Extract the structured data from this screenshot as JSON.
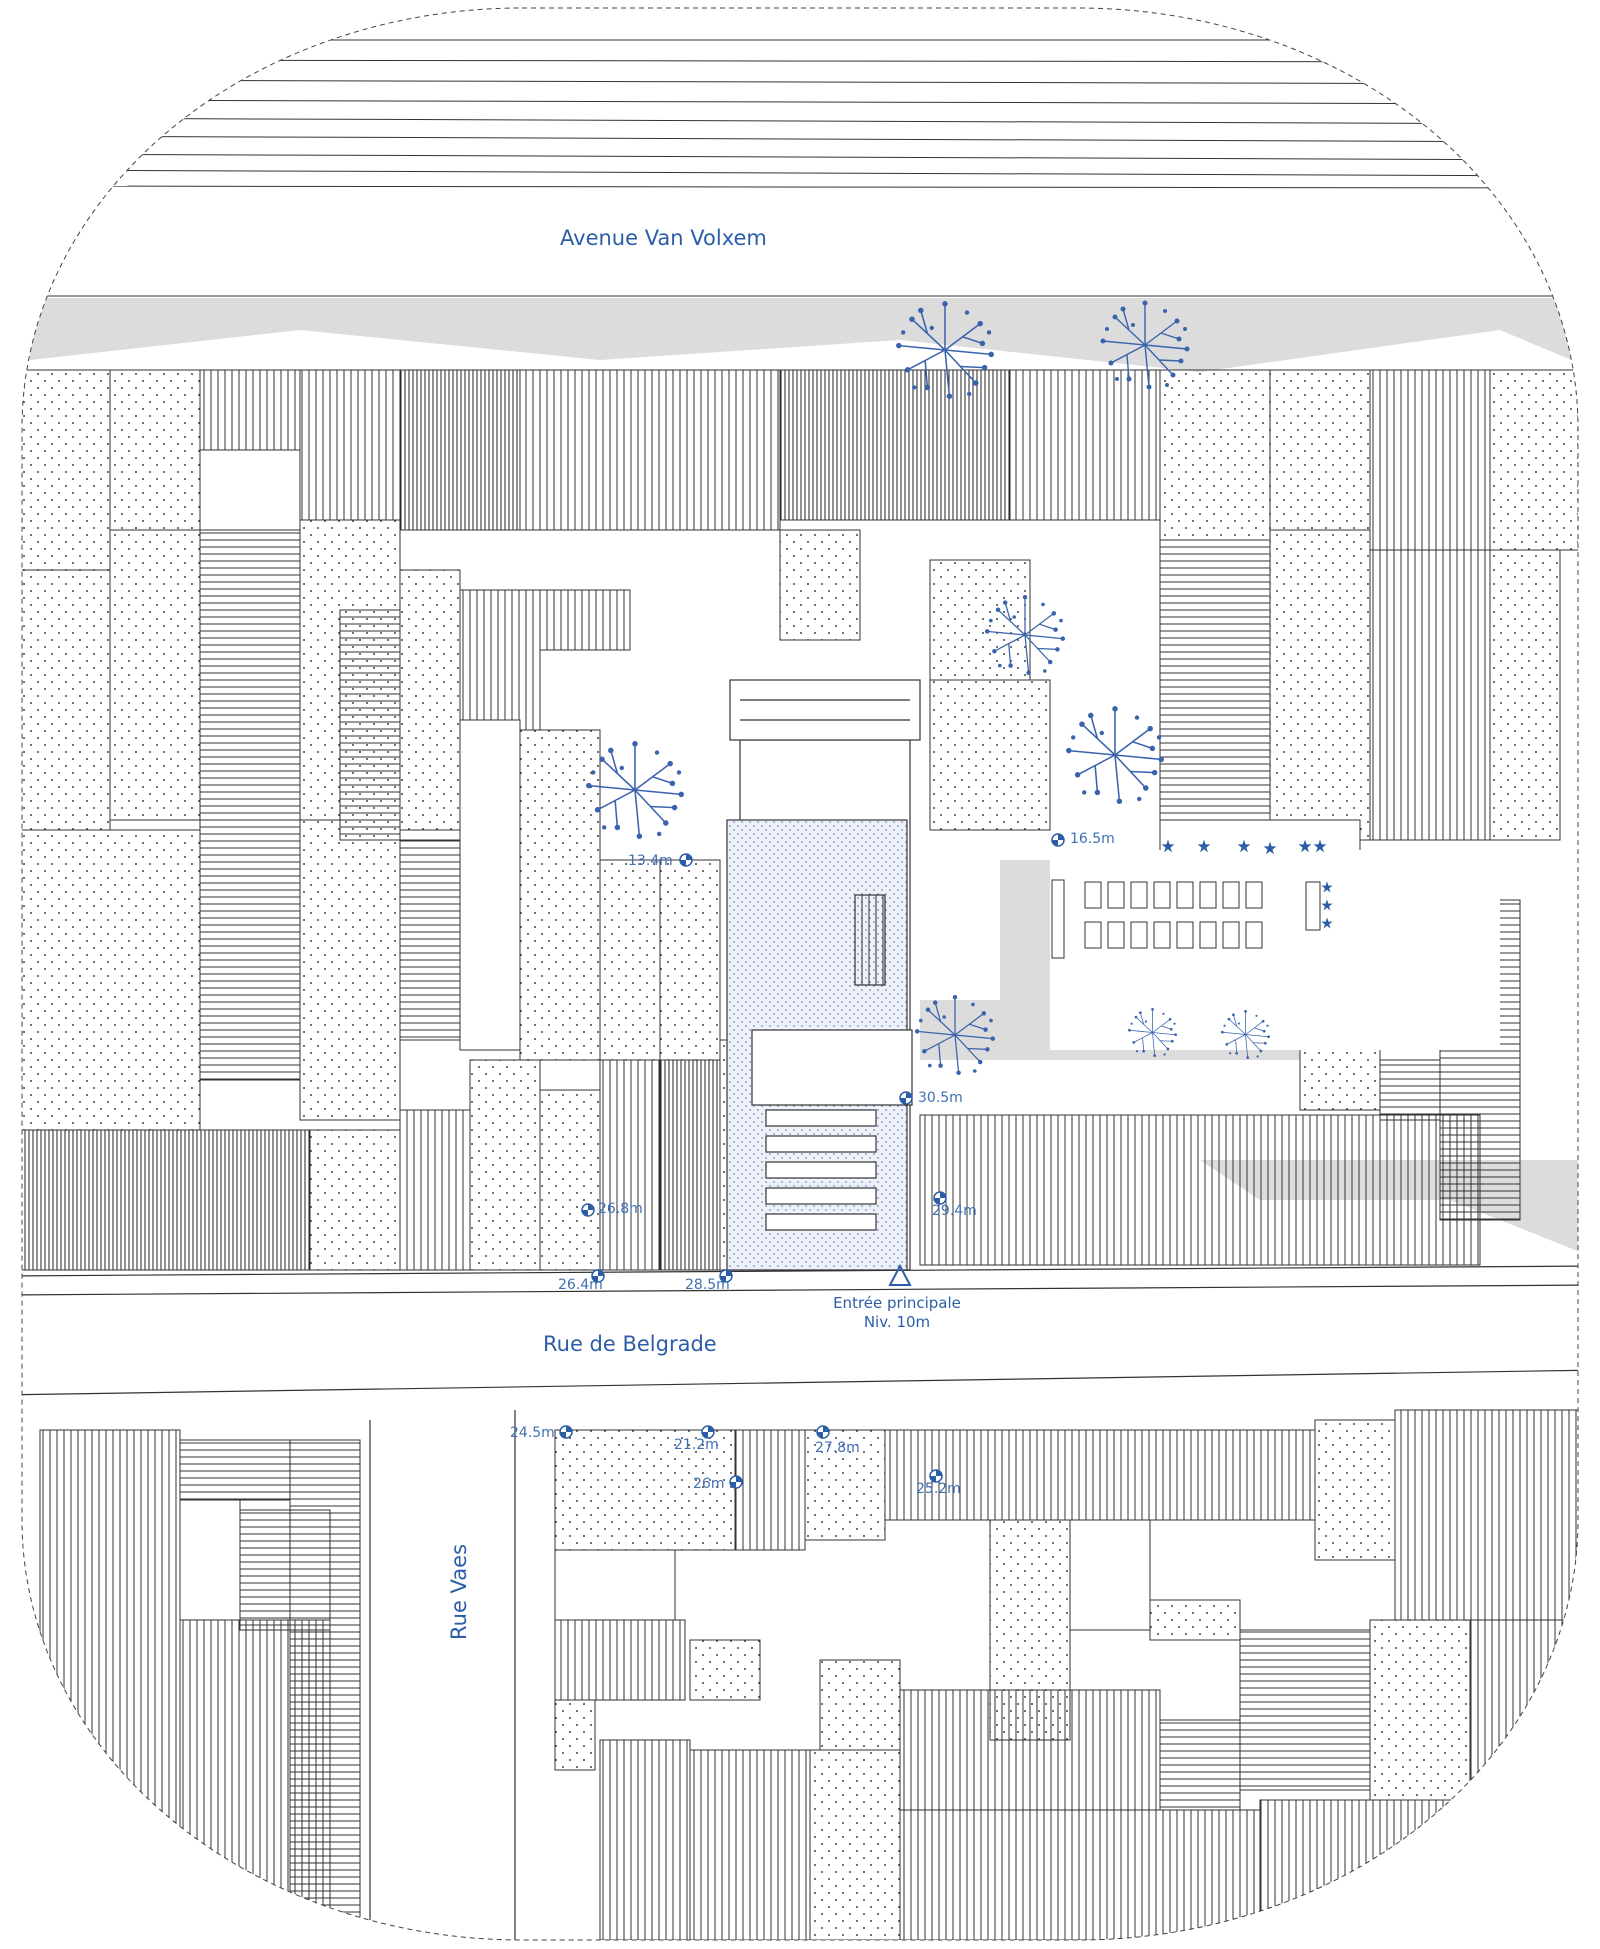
{
  "streets": {
    "north": "Avenue Van Volxem",
    "main": "Rue de Belgrade",
    "side": "Rue Vaes"
  },
  "entrance": {
    "line1": "Entrée principale",
    "line2": "Niv. 10m"
  },
  "elevations": [
    "13.4m",
    "16.5m",
    "30.5m",
    "26.8m",
    "29.4m",
    "26.4m",
    "28.5m",
    "24.5m",
    "21.2m",
    "27.8m",
    "26m",
    "25.2m"
  ],
  "colors": {
    "accent": "#2c5ea8",
    "shadow": "#dcdcdc",
    "lines": "#333333"
  },
  "icons": [
    "tree-icon",
    "elevation-marker-icon",
    "entrance-triangle-icon"
  ]
}
